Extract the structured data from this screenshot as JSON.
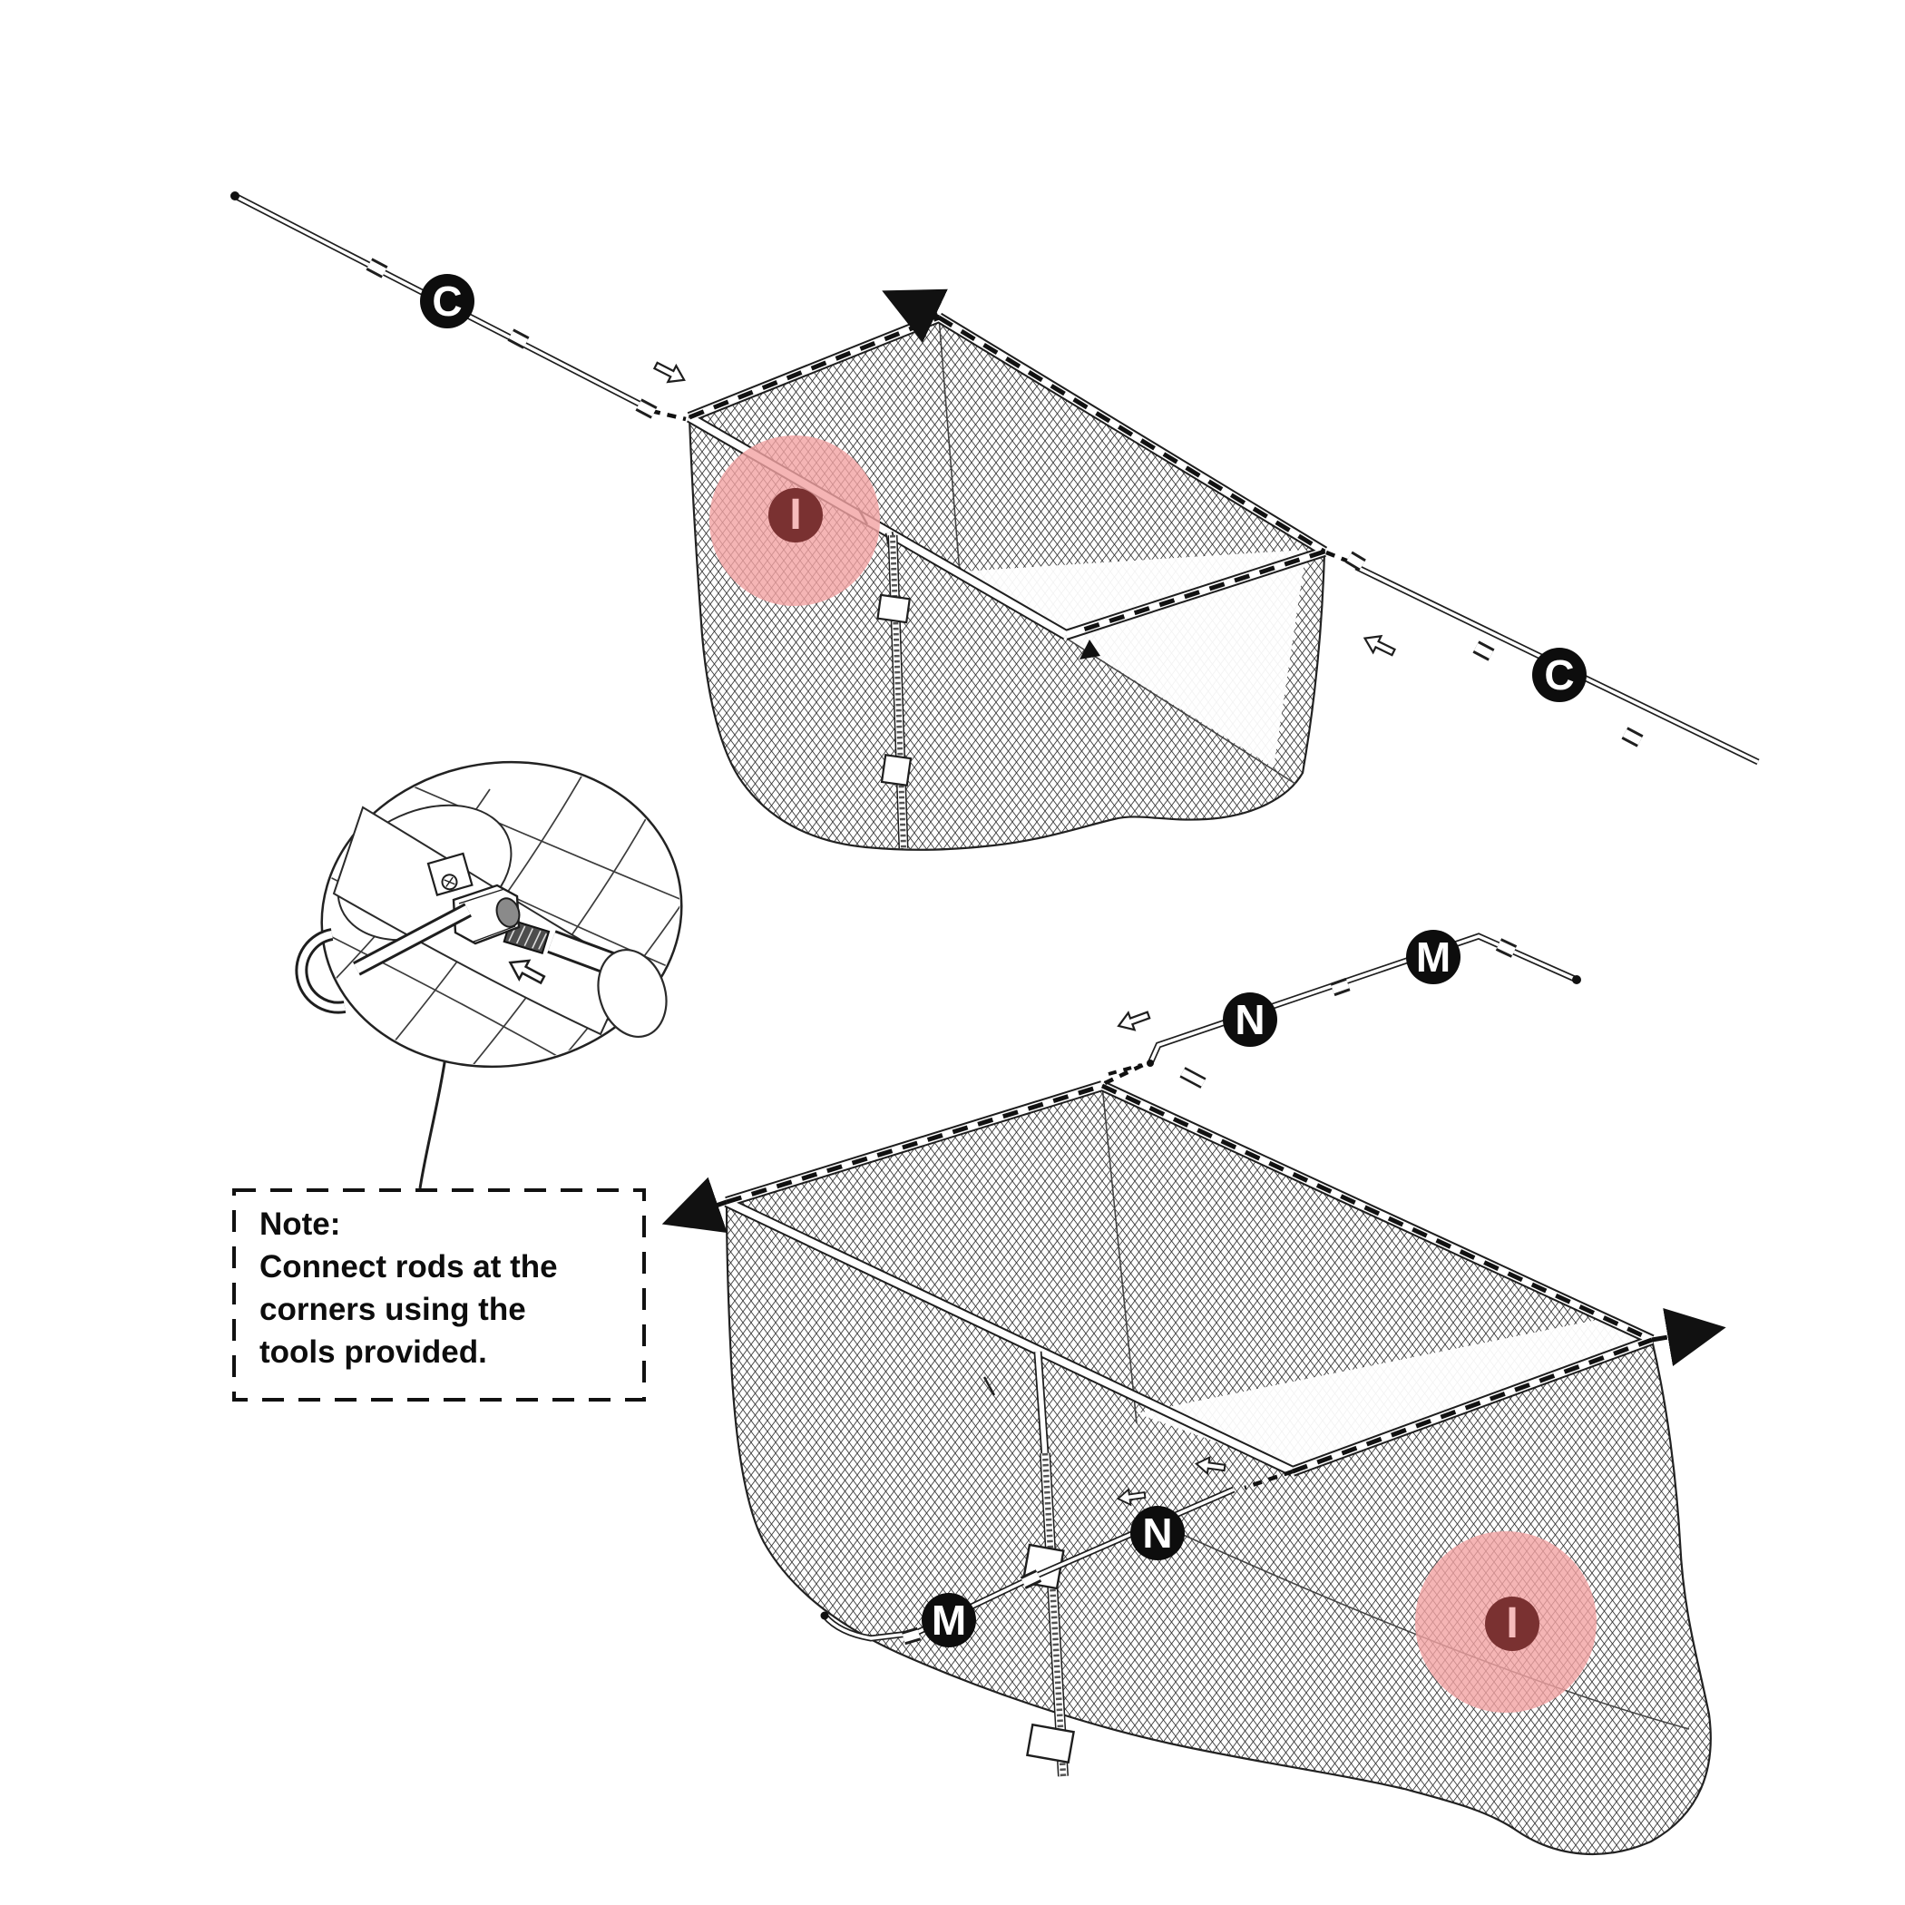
{
  "diagram": {
    "type": "assembly-instruction-step",
    "subject": "net basket rod installation",
    "note": {
      "title": "Note:",
      "lines": [
        "Connect rods at the",
        "corners using the",
        "tools provided."
      ]
    },
    "badges": {
      "c1": {
        "letter": "C"
      },
      "c2": {
        "letter": "C"
      },
      "i_top": {
        "letter": "I"
      },
      "i_bottom": {
        "letter": "I"
      },
      "n_ext": {
        "letter": "N"
      },
      "m_ext": {
        "letter": "M"
      },
      "n_int": {
        "letter": "N"
      },
      "m_int": {
        "letter": "M"
      }
    },
    "icons": {
      "dashed_path_arrow": "rod-path-arrow",
      "outline_arrow": "slide-direction-arrow",
      "magnifier": "detail-zoom-circle",
      "wrench": "open-end-wrench",
      "zipper": "net-zipper"
    },
    "colors": {
      "line": "#1e1e1e",
      "highlight_pink": "#f3a2a2",
      "highlight_dark_red": "#7a3131",
      "i_bar": "#f6bcbc",
      "badge_black": "#0d0d0d",
      "badge_letter": "#ffffff",
      "background": "#ffffff"
    }
  }
}
